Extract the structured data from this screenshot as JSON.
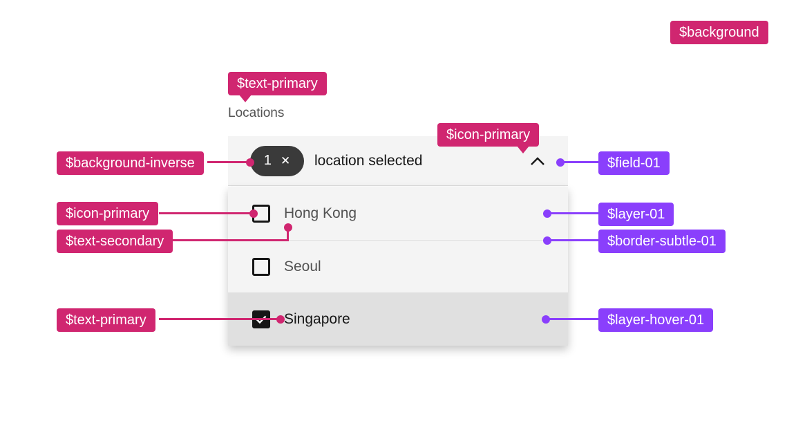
{
  "dropdown": {
    "label": "Locations",
    "field": {
      "tag_count": "1",
      "tag_dismiss_glyph": "✕",
      "value_text": "location selected"
    },
    "options": [
      {
        "label": "Hong Kong",
        "checked": false,
        "hover": false
      },
      {
        "label": "Seoul",
        "checked": false,
        "hover": false
      },
      {
        "label": "Singapore",
        "checked": true,
        "hover": true
      }
    ]
  },
  "annotations": {
    "background": "$background",
    "text_primary_top": "$text-primary",
    "icon_primary_top": "$icon-primary",
    "background_inverse": "$background-inverse",
    "icon_primary_left": "$icon-primary",
    "text_secondary": "$text-secondary",
    "text_primary_bottom": "$text-primary",
    "field_01": "$field-01",
    "layer_01": "$layer-01",
    "border_subtle_01": "$border-subtle-01",
    "layer_hover_01": "$layer-hover-01"
  },
  "colors": {
    "annotation_pink": "#d02670",
    "annotation_purple": "#8a3ffc",
    "background": "#ffffff",
    "background_inverse": "#3a3a3a",
    "field_01": "#f4f4f4",
    "layer_01": "#f4f4f4",
    "layer_hover_01": "#e0e0e0",
    "border_subtle_01": "#e0e0e0",
    "text_primary": "#161616",
    "text_secondary": "#525252",
    "icon_primary": "#161616"
  },
  "icons": {
    "tag_dismiss": "close-x-icon",
    "field_chevron": "chevron-up-icon",
    "checked_option": "checkmark-icon"
  }
}
